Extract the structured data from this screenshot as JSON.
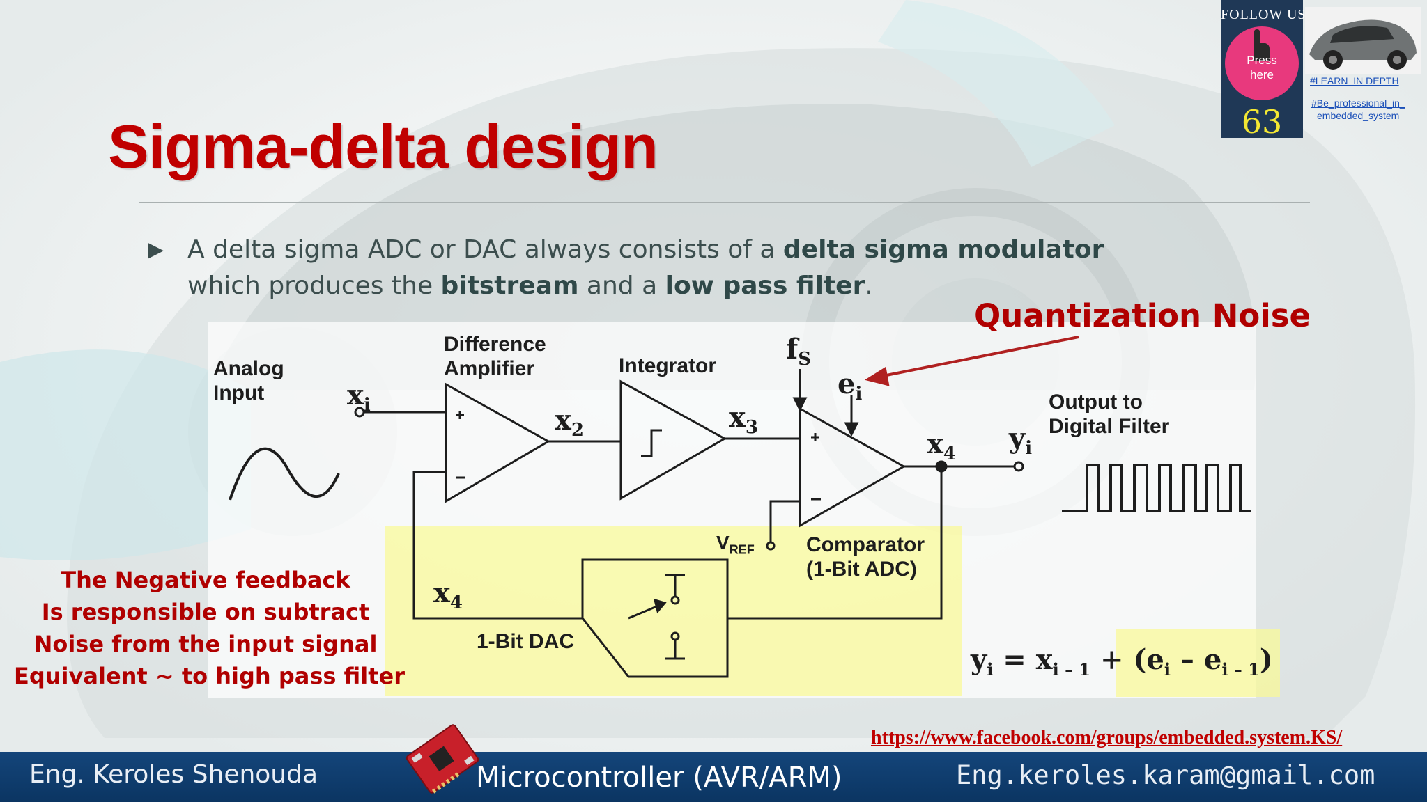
{
  "slide": {
    "title": "Sigma-delta design",
    "bullet_parts": [
      {
        "text": "A delta sigma ADC or DAC always consists of a ",
        "bold": false
      },
      {
        "text": "delta sigma modulator",
        "bold": true
      },
      {
        "text": " which produces the ",
        "bold": false
      },
      {
        "text": "bitstream",
        "bold": true
      },
      {
        "text": " and a ",
        "bold": false
      },
      {
        "text": "low pass filter",
        "bold": true
      },
      {
        "text": ".",
        "bold": false
      }
    ],
    "quantization_noise": "Quantization Noise",
    "feedback_note": [
      "The Negative feedback",
      "Is responsible on subtract",
      "Noise from the input signal",
      "Equivalent ~ to high pass filter"
    ],
    "slide_number": "63"
  },
  "diagram": {
    "analog_input": [
      "Analog",
      "Input"
    ],
    "difference_amplifier": [
      "Difference",
      "Amplifier"
    ],
    "integrator": "Integrator",
    "output_to_filter": [
      "Output to",
      "Digital Filter"
    ],
    "comparator": [
      "Comparator",
      "(1-Bit ADC)"
    ],
    "dac": "1-Bit DAC",
    "vref": {
      "main": "V",
      "sub": "REF"
    },
    "fs": {
      "main": "f",
      "sub": "S"
    },
    "ei": {
      "main": "e",
      "sub": "i"
    },
    "xi": {
      "main": "x",
      "sub": "i"
    },
    "x2": {
      "main": "x",
      "sub": "2"
    },
    "x3": {
      "main": "x",
      "sub": "3"
    },
    "x4": {
      "main": "x",
      "sub": "4"
    },
    "x4_feedback": {
      "main": "x",
      "sub": "4"
    },
    "yi": {
      "main": "y",
      "sub": "i"
    },
    "plus": "+",
    "minus": "–"
  },
  "formula": {
    "y": "y",
    "y_sub": "i",
    "eq": " = x",
    "x_sub": "i – 1",
    "plus": " + ",
    "lp": "(e",
    "e_sub": "i",
    "mid": " – e",
    "e2_sub": "i – 1",
    "rp": ")"
  },
  "links": {
    "facebook": "https://www.facebook.com/groups/embedded.system.KS/"
  },
  "footer": {
    "author": "Eng. Keroles Shenouda",
    "course": "Microcontroller (AVR/ARM)",
    "email": "Eng.keroles.karam@gmail.com"
  },
  "follow": {
    "label": "FOLLOW US",
    "press": [
      "Press",
      "here"
    ],
    "tag1": "#LEARN_IN DEPTH",
    "tag2a": "#Be_professional_in_",
    "tag2b": "embedded_system"
  },
  "colors": {
    "title": "#c00000",
    "accent_red": "#b00000",
    "highlight": "#fafa96",
    "footer_bg": "#14457a",
    "slide_number": "#f3e733",
    "press_button": "#e8397d"
  }
}
